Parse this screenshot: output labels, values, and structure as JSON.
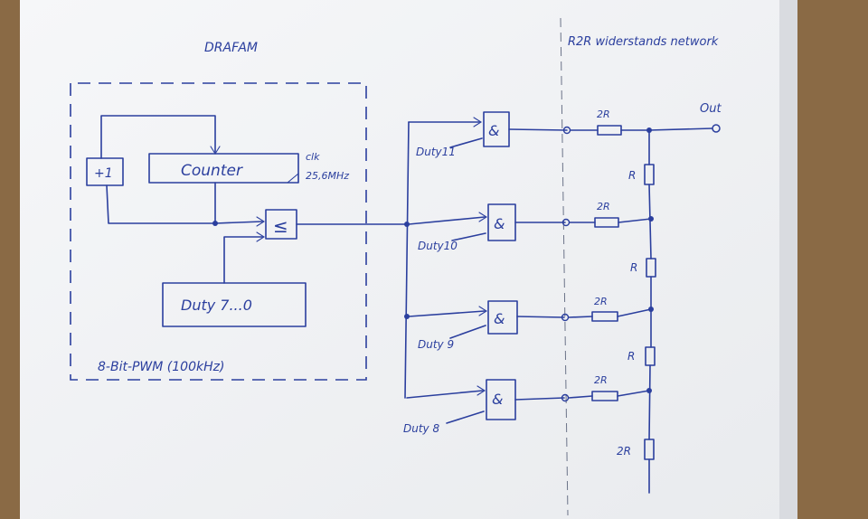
{
  "title_left": "DRAFAM",
  "title_right": "R2R widerstands network",
  "counter_label": "Counter",
  "clk_label": "clk",
  "clk_freq": "25,6MHz",
  "incrementer_label": "+1",
  "comparator_label": "≤",
  "duty_reg_label": "Duty 7...0",
  "pwm_label": "8-Bit-PWM (100kHz)",
  "gate_label": "&",
  "inputs": [
    "Duty11",
    "Duty10",
    "Duty 9",
    "Duty 8"
  ],
  "resistors_2r": [
    "2R",
    "2R",
    "2R",
    "2R"
  ],
  "resistors_r": [
    "R",
    "R",
    "R"
  ],
  "resistor_term": "2R",
  "out_label": "Out",
  "colors": {
    "ink": "#2b3f9e",
    "paper": "#f4f5f7",
    "background": "#8a6a45"
  }
}
